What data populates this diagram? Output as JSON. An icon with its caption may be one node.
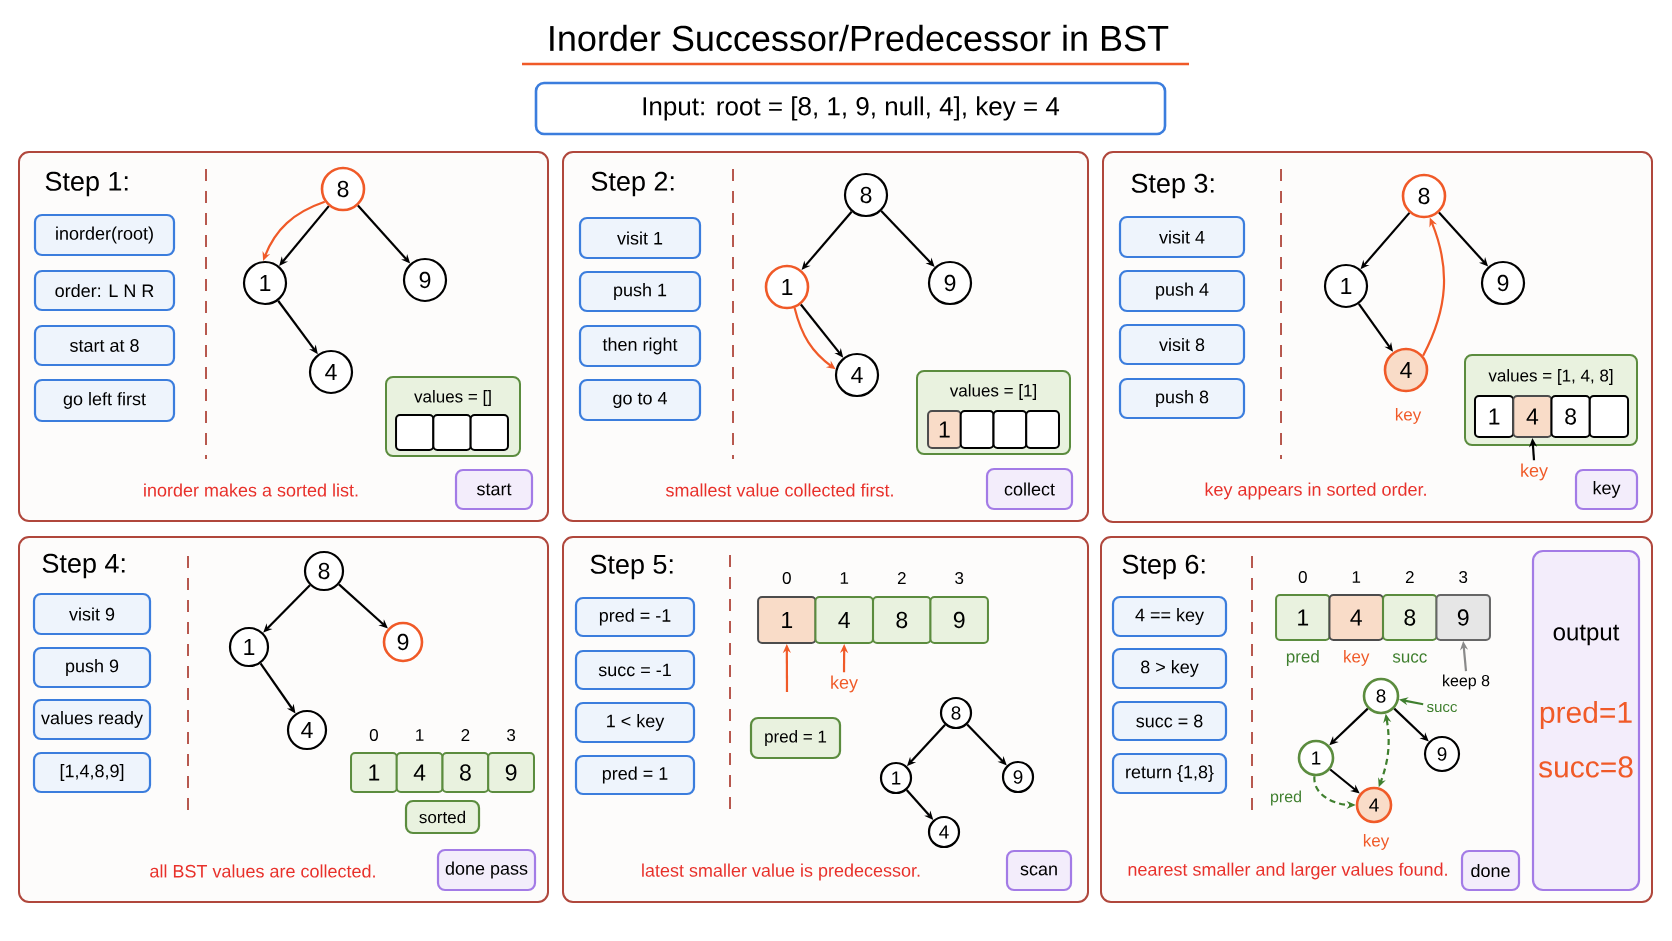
{
  "diagram": {
    "title": "Inorder Successor/Predecessor in BST",
    "nodes": [
      {
        "text": [
          "Input: root = [8, 1, 9, null, 4], key = 4"
        ]
      },
      {
        "text": [
          "Step 1:",
          "inorder makes a sorted list."
        ]
      },
      {
        "text": [
          "inorder(root)"
        ],
        "in": 1
      },
      {
        "text": [
          "order: L N R"
        ],
        "in": 1
      },
      {
        "text": [
          "start at 8"
        ],
        "in": 1
      },
      {
        "text": [
          "go left first"
        ],
        "in": 1
      },
      {
        "text": [
          "8"
        ],
        "in": 1
      },
      {
        "text": [
          "1"
        ],
        "in": 1
      },
      {
        "text": [
          "9"
        ],
        "in": 1
      },
      {
        "text": [
          "4"
        ],
        "in": 1
      },
      {
        "text": [
          "values = []"
        ],
        "in": 1
      },
      {
        "text": [],
        "shape": "box",
        "in": 10
      },
      {
        "text": [],
        "shape": "box",
        "in": 10
      },
      {
        "text": [],
        "shape": "box",
        "in": 10
      },
      {
        "text": [
          "start"
        ],
        "in": 1
      },
      {
        "text": [
          "Step 2:",
          "smallest value collected first."
        ]
      },
      {
        "text": [
          "visit 1"
        ],
        "in": 15
      },
      {
        "text": [
          "push 1"
        ],
        "in": 15
      },
      {
        "text": [
          "then right"
        ],
        "in": 15
      },
      {
        "text": [
          "go to 4"
        ],
        "in": 15
      },
      {
        "text": [
          "8"
        ],
        "in": 15
      },
      {
        "text": [
          "1"
        ],
        "in": 15
      },
      {
        "text": [
          "9"
        ],
        "in": 15
      },
      {
        "text": [
          "4"
        ],
        "in": 15
      },
      {
        "text": [
          "values = [1]"
        ],
        "in": 15
      },
      {
        "text": [
          "1"
        ],
        "in": 24
      },
      {
        "text": [],
        "shape": "box",
        "in": 24
      },
      {
        "text": [],
        "shape": "box",
        "in": 24
      },
      {
        "text": [],
        "shape": "box",
        "in": 24
      },
      {
        "text": [
          "collect"
        ],
        "in": 15
      },
      {
        "text": [
          "Step 3:",
          "key appears in sorted order."
        ]
      },
      {
        "text": [
          "visit 4"
        ],
        "in": 30
      },
      {
        "text": [
          "push 4"
        ],
        "in": 30
      },
      {
        "text": [
          "visit 8"
        ],
        "in": 30
      },
      {
        "text": [
          "push 8"
        ],
        "in": 30
      },
      {
        "text": [
          "8"
        ],
        "in": 30
      },
      {
        "text": [
          "1"
        ],
        "in": 30
      },
      {
        "text": [
          "9"
        ],
        "in": 30
      },
      {
        "text": [
          "4"
        ],
        "beside": [
          "key"
        ],
        "in": 30
      },
      {
        "text": [
          "values = [1, 4, 8]"
        ],
        "in": 30
      },
      {
        "text": [
          "1"
        ],
        "in": 39
      },
      {
        "text": [
          "4"
        ],
        "in": 39
      },
      {
        "text": [
          "8"
        ],
        "in": 39
      },
      {
        "text": [],
        "shape": "box",
        "in": 39
      },
      {
        "text": [
          "key"
        ],
        "in": 30
      },
      {
        "text": [
          "key"
        ],
        "in": 30
      },
      {
        "text": [
          "Step 4:",
          "all BST values are collected."
        ]
      },
      {
        "text": [
          "visit 9"
        ],
        "in": 46
      },
      {
        "text": [
          "push 9"
        ],
        "in": 46
      },
      {
        "text": [
          "values ready"
        ],
        "in": 46
      },
      {
        "text": [
          "[1,4,8,9]"
        ],
        "in": 46
      },
      {
        "text": [
          "8"
        ],
        "in": 46
      },
      {
        "text": [
          "1"
        ],
        "in": 46
      },
      {
        "text": [
          "9"
        ],
        "in": 46
      },
      {
        "text": [
          "4"
        ],
        "in": 46
      },
      {
        "text": [
          "1"
        ],
        "beside": [
          "0"
        ],
        "in": 46
      },
      {
        "text": [
          "4"
        ],
        "beside": [
          "1"
        ],
        "in": 46
      },
      {
        "text": [
          "8"
        ],
        "beside": [
          "2"
        ],
        "in": 46
      },
      {
        "text": [
          "9"
        ],
        "beside": [
          "3"
        ],
        "in": 46
      },
      {
        "text": [
          "sorted"
        ],
        "in": 46
      },
      {
        "text": [
          "done pass"
        ],
        "in": 46
      },
      {
        "text": [
          "Step 5:",
          "latest smaller value is predecessor."
        ]
      },
      {
        "text": [
          "pred = -1"
        ],
        "in": 61
      },
      {
        "text": [
          "succ = -1"
        ],
        "in": 61
      },
      {
        "text": [
          "1 < key"
        ],
        "in": 61
      },
      {
        "text": [
          "pred = 1"
        ],
        "in": 61
      },
      {
        "text": [
          "1"
        ],
        "beside": [
          "0"
        ],
        "in": 61
      },
      {
        "text": [
          "4"
        ],
        "beside": [
          "1"
        ],
        "in": 61
      },
      {
        "text": [
          "8"
        ],
        "beside": [
          "2"
        ],
        "in": 61
      },
      {
        "text": [
          "9"
        ],
        "beside": [
          "3"
        ],
        "in": 61
      },
      {
        "text": [
          "key"
        ],
        "in": 61
      },
      {
        "text": [
          "pred = 1"
        ],
        "in": 61
      },
      {
        "text": [
          "8"
        ],
        "in": 61
      },
      {
        "text": [
          "1"
        ],
        "in": 61
      },
      {
        "text": [
          "9"
        ],
        "in": 61
      },
      {
        "text": [
          "4"
        ],
        "in": 61
      },
      {
        "text": [
          "scan"
        ],
        "in": 61
      },
      {
        "text": [
          "Step 6:",
          "nearest smaller and larger values found."
        ]
      },
      {
        "text": [
          "4 == key"
        ],
        "in": 77
      },
      {
        "text": [
          "8 > key"
        ],
        "in": 77
      },
      {
        "text": [
          "succ = 8"
        ],
        "in": 77
      },
      {
        "text": [
          "return {1,8}"
        ],
        "in": 77
      },
      {
        "text": [
          "1"
        ],
        "beside": [
          "0",
          "pred"
        ],
        "in": 77
      },
      {
        "text": [
          "4"
        ],
        "beside": [
          "1",
          "key"
        ],
        "in": 77
      },
      {
        "text": [
          "8"
        ],
        "beside": [
          "2",
          "succ"
        ],
        "in": 77
      },
      {
        "text": [
          "9"
        ],
        "beside": [
          "3"
        ],
        "in": 77
      },
      {
        "text": [
          "keep 8"
        ],
        "in": 77
      },
      {
        "text": [
          "8"
        ],
        "in": 77
      },
      {
        "text": [
          "1"
        ],
        "in": 77
      },
      {
        "text": [
          "9"
        ],
        "in": 77
      },
      {
        "text": [
          "4"
        ],
        "beside": [
          "key"
        ],
        "in": 77
      },
      {
        "text": [
          "succ"
        ],
        "in": 77
      },
      {
        "text": [
          "done"
        ],
        "in": 77
      },
      {
        "text": [
          "output",
          "pred=1",
          "succ=8"
        ],
        "in": 77
      }
    ],
    "edges": [
      {
        "from": 6,
        "to": 7,
        "arrow": "to"
      },
      {
        "from": 6,
        "to": 8,
        "arrow": "to"
      },
      {
        "from": 7,
        "to": 9,
        "arrow": "to"
      },
      {
        "from": 6,
        "to": 7,
        "arrow": "to",
        "color": "#f05a28"
      },
      {
        "from": 20,
        "to": 21,
        "arrow": "to"
      },
      {
        "from": 20,
        "to": 22,
        "arrow": "to"
      },
      {
        "from": 21,
        "to": 23,
        "arrow": "to"
      },
      {
        "from": 21,
        "to": 23,
        "arrow": "to",
        "color": "#f05a28"
      },
      {
        "from": 35,
        "to": 36,
        "arrow": "to"
      },
      {
        "from": 35,
        "to": 37,
        "arrow": "to"
      },
      {
        "from": 36,
        "to": 38,
        "arrow": "to"
      },
      {
        "from": 38,
        "to": 35,
        "arrow": "to",
        "color": "#f05a28"
      },
      {
        "from": 44,
        "to": 41,
        "arrow": "to"
      },
      {
        "from": 51,
        "to": 52,
        "arrow": "to"
      },
      {
        "from": 51,
        "to": 53,
        "arrow": "to"
      },
      {
        "from": 52,
        "to": 54,
        "arrow": "to"
      },
      {
        "from": null,
        "to": 66,
        "arrow": "to",
        "color": "#f05a28"
      },
      {
        "from": 70,
        "to": 67,
        "arrow": "to",
        "color": "#f05a28"
      },
      {
        "from": 72,
        "to": 73,
        "arrow": "to"
      },
      {
        "from": 72,
        "to": 74,
        "arrow": "to"
      },
      {
        "from": 73,
        "to": 75,
        "arrow": "to"
      },
      {
        "from": 86,
        "to": 85,
        "arrow": "to",
        "color": "#8a8a8a"
      },
      {
        "from": 87,
        "to": 88,
        "arrow": "to"
      },
      {
        "from": 87,
        "to": 89,
        "arrow": "to"
      },
      {
        "from": 88,
        "to": 90,
        "arrow": "to"
      },
      {
        "from": 91,
        "to": 87,
        "arrow": "to",
        "color": "#3f7f2e"
      },
      {
        "from": 88,
        "to": 90,
        "arrow": "to",
        "label": "pred",
        "style": "dashed",
        "color": "#3f7f2e"
      },
      {
        "from": 87,
        "to": 90,
        "arrow": "both",
        "style": "dashed",
        "color": "#3f7f2e"
      }
    ]
  }
}
